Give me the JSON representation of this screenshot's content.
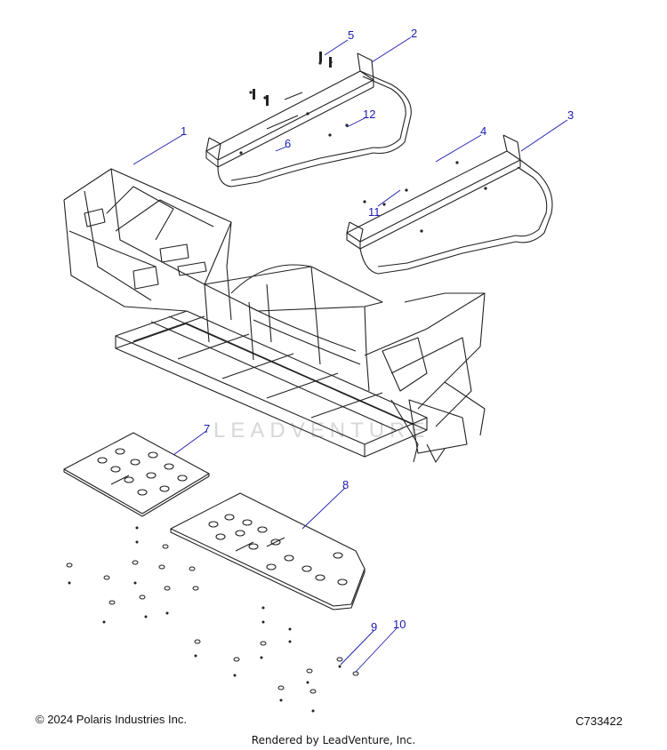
{
  "callouts": [
    {
      "label": "1"
    },
    {
      "label": "2"
    },
    {
      "label": "3"
    },
    {
      "label": "4"
    },
    {
      "label": "5"
    },
    {
      "label": "6"
    },
    {
      "label": "7"
    },
    {
      "label": "8"
    },
    {
      "label": "9"
    },
    {
      "label": "10"
    },
    {
      "label": "11"
    },
    {
      "label": "12"
    }
  ],
  "watermark": "LEADVENTURE",
  "footer": {
    "copyright": "© 2024 Polaris Industries Inc.",
    "diagram_code": "C733422",
    "rendered_by": "Rendered by LeadVenture, Inc."
  },
  "colors": {
    "callout": "#1a1ab0",
    "line_art": "#222222"
  }
}
